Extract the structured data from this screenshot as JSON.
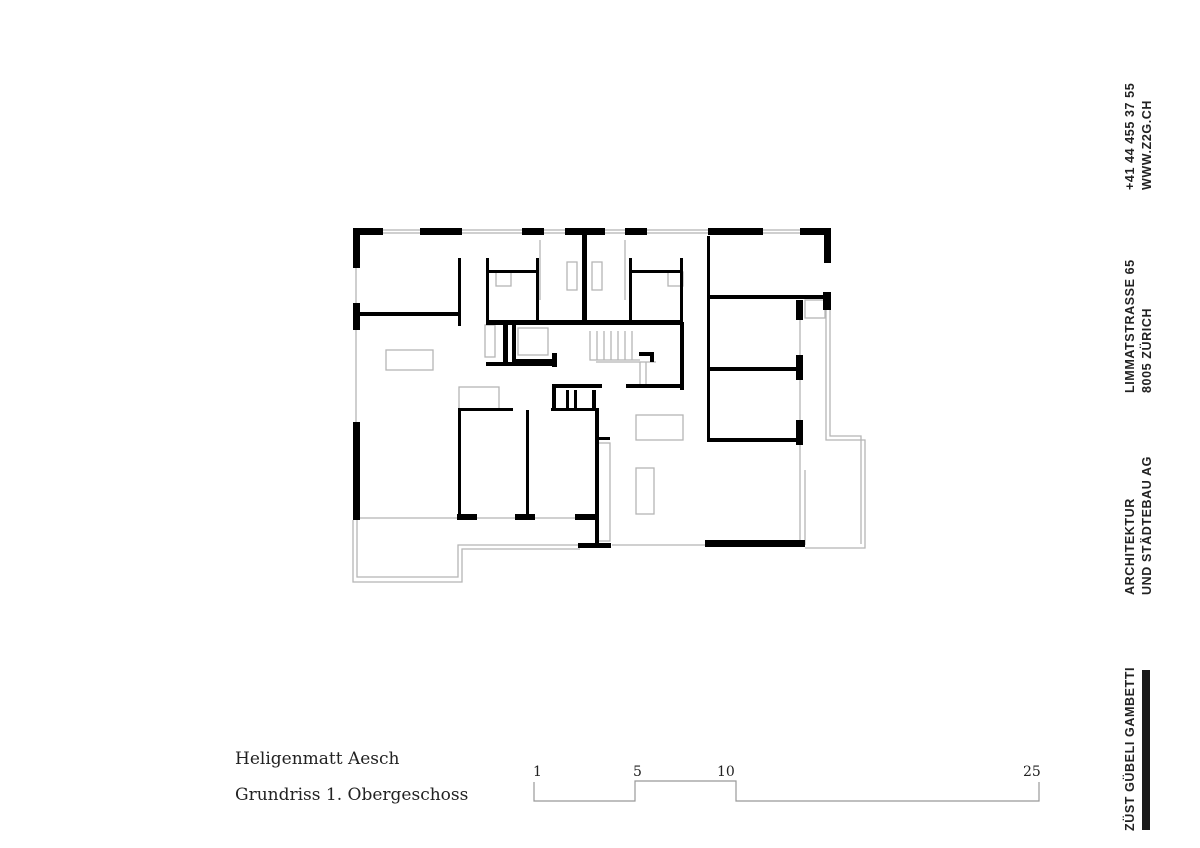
{
  "project": {
    "title": "Heligenmatt Aesch",
    "subtitle": "Grundriss 1. Obergeschoss"
  },
  "scale_bar": {
    "labels": [
      "1",
      "5",
      "10",
      "25"
    ]
  },
  "firm": {
    "name": "ZÜST GÜBELI GAMBETTI",
    "type_line1": "ARCHITEKTUR",
    "type_line2": "UND STÄDTEBAU AG",
    "address_line1": "LIMMATSTRASSE 65",
    "address_line2": "8005 ZÜRICH",
    "phone": "+41 44 455 37 55",
    "web": "WWW.Z2G.CH"
  },
  "colors": {
    "wall": "#000000",
    "line": "#b5b5b5",
    "text": "#222222"
  }
}
